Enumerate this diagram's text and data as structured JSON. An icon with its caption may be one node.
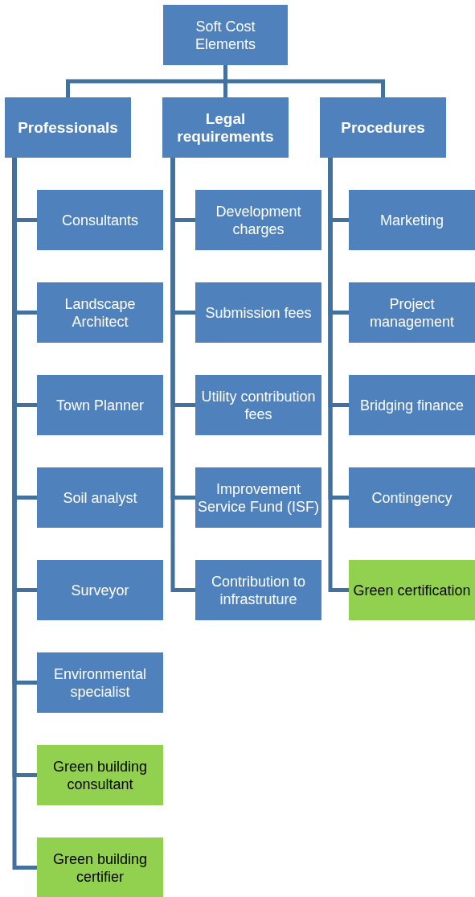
{
  "diagram": {
    "nodes": [
      {
        "text": [
          "Soft Cost Elements"
        ]
      },
      {
        "text": [
          "Professionals"
        ]
      },
      {
        "text": [
          "Legal requirements"
        ]
      },
      {
        "text": [
          "Procedures"
        ]
      },
      {
        "text": [
          "Consultants"
        ]
      },
      {
        "text": [
          "Landscape Architect"
        ]
      },
      {
        "text": [
          "Town Planner"
        ]
      },
      {
        "text": [
          "Soil analyst"
        ]
      },
      {
        "text": [
          "Surveyor"
        ]
      },
      {
        "text": [
          "Environmental specialist"
        ]
      },
      {
        "text": [
          "Green building consultant"
        ]
      },
      {
        "text": [
          "Green building certifier"
        ]
      },
      {
        "text": [
          "Development charges"
        ]
      },
      {
        "text": [
          "Submission fees"
        ]
      },
      {
        "text": [
          "Utility contribution fees"
        ]
      },
      {
        "text": [
          "Improvement Service Fund (ISF)"
        ]
      },
      {
        "text": [
          "Contribution to infrastruture"
        ]
      },
      {
        "text": [
          "Marketing"
        ]
      },
      {
        "text": [
          "Project management"
        ]
      },
      {
        "text": [
          "Bridging finance"
        ]
      },
      {
        "text": [
          "Contingency"
        ]
      },
      {
        "text": [
          "Green certification"
        ]
      }
    ],
    "edges": [
      {
        "from": 0,
        "to": 1,
        "arrow": "none"
      },
      {
        "from": 0,
        "to": 2,
        "arrow": "none"
      },
      {
        "from": 0,
        "to": 3,
        "arrow": "none"
      },
      {
        "from": 1,
        "to": 4,
        "arrow": "none"
      },
      {
        "from": 1,
        "to": 5,
        "arrow": "none"
      },
      {
        "from": 1,
        "to": 6,
        "arrow": "none"
      },
      {
        "from": 1,
        "to": 7,
        "arrow": "none"
      },
      {
        "from": 1,
        "to": 8,
        "arrow": "none"
      },
      {
        "from": 1,
        "to": 9,
        "arrow": "none"
      },
      {
        "from": 1,
        "to": 10,
        "arrow": "none"
      },
      {
        "from": 1,
        "to": 11,
        "arrow": "none"
      },
      {
        "from": 2,
        "to": 12,
        "arrow": "none"
      },
      {
        "from": 2,
        "to": 13,
        "arrow": "none"
      },
      {
        "from": 2,
        "to": 14,
        "arrow": "none"
      },
      {
        "from": 2,
        "to": 15,
        "arrow": "none"
      },
      {
        "from": 2,
        "to": 16,
        "arrow": "none"
      },
      {
        "from": 3,
        "to": 17,
        "arrow": "none"
      },
      {
        "from": 3,
        "to": 18,
        "arrow": "none"
      },
      {
        "from": 3,
        "to": 19,
        "arrow": "none"
      },
      {
        "from": 3,
        "to": 20,
        "arrow": "none"
      },
      {
        "from": 3,
        "to": 21,
        "arrow": "none"
      }
    ]
  }
}
